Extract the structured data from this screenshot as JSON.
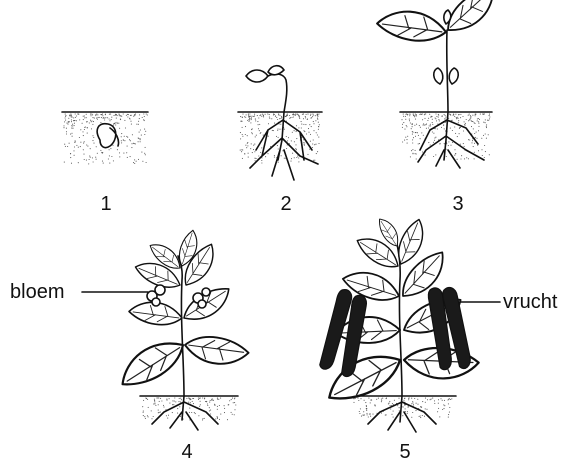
{
  "stages": [
    {
      "number": "1"
    },
    {
      "number": "2"
    },
    {
      "number": "3"
    },
    {
      "number": "4"
    },
    {
      "number": "5"
    }
  ],
  "labels": {
    "flower": "bloem",
    "fruit": "vrucht"
  },
  "colors": {
    "ink": "#111111",
    "background": "#ffffff"
  }
}
